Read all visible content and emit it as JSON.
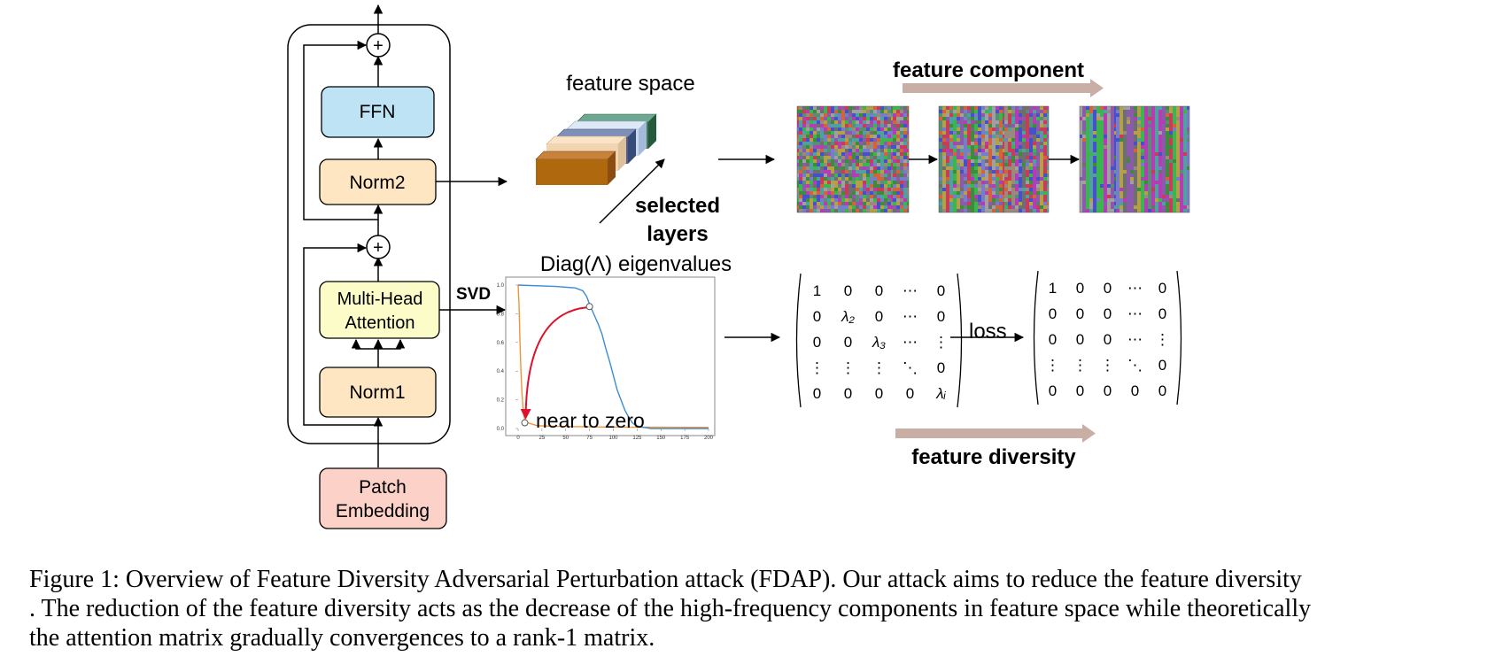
{
  "block": {
    "ffn": "FFN",
    "norm2": "Norm2",
    "attention_line1": "Multi-Head",
    "attention_line2": "Attention",
    "norm1": "Norm1",
    "patch_line1": "Patch",
    "patch_line2": "Embedding",
    "add_symbol": "+"
  },
  "labels": {
    "feature_space": "feature space",
    "selected_line1": "selected",
    "selected_line2": "layers",
    "svd": "SVD",
    "diag_eigenvalues": "Diag(Λ) eigenvalues",
    "near_to_zero": "near to zero",
    "feature_component": "feature component",
    "feature_diversity": "feature diversity",
    "loss": "loss"
  },
  "matrix_left": [
    [
      "1",
      "0",
      "0",
      "⋯",
      "0"
    ],
    [
      "0",
      "λ₂",
      "0",
      "⋯",
      "0"
    ],
    [
      "0",
      "0",
      "λ₃",
      "⋯",
      "⋮"
    ],
    [
      "⋮",
      "⋮",
      "⋮",
      "⋱",
      "0"
    ],
    [
      "0",
      "0",
      "0",
      "0",
      "λᵢ"
    ]
  ],
  "matrix_right": [
    [
      "1",
      "0",
      "0",
      "⋯",
      "0"
    ],
    [
      "0",
      "0",
      "0",
      "⋯",
      "0"
    ],
    [
      "0",
      "0",
      "0",
      "⋯",
      "⋮"
    ],
    [
      "⋮",
      "⋮",
      "⋮",
      "⋱",
      "0"
    ],
    [
      "0",
      "0",
      "0",
      "0",
      "0"
    ]
  ],
  "colors": {
    "ffn": "#bde3f5",
    "norm": "#fde6c1",
    "attention": "#fcfcc8",
    "patch": "#fbd1c8",
    "progress_arrow": "#c9aea6",
    "blue_curve": "#3d8bd0",
    "orange_curve": "#f29437",
    "red_arrow": "#e0102a"
  },
  "chart_data": {
    "type": "line",
    "xlim": [
      0,
      200
    ],
    "ylim": [
      0,
      1.0
    ],
    "xticks": [
      "0",
      "25",
      "50",
      "75",
      "100",
      "125",
      "150",
      "175",
      "200"
    ],
    "yticks": [
      "0.0",
      "0.2",
      "0.4",
      "0.6",
      "0.8",
      "1.0"
    ],
    "series": [
      {
        "key": "blue",
        "color": "#3d8bd0",
        "points": [
          [
            0,
            1.0
          ],
          [
            40,
            0.99
          ],
          [
            60,
            0.98
          ],
          [
            68,
            0.96
          ],
          [
            72,
            0.92
          ],
          [
            76,
            0.85
          ],
          [
            80,
            0.79
          ],
          [
            84,
            0.73
          ],
          [
            88,
            0.66
          ],
          [
            92,
            0.56
          ],
          [
            96,
            0.47
          ],
          [
            100,
            0.37
          ],
          [
            104,
            0.27
          ],
          [
            108,
            0.2
          ],
          [
            112,
            0.13
          ],
          [
            116,
            0.08
          ],
          [
            120,
            0.04
          ],
          [
            124,
            0.02
          ],
          [
            130,
            0.01
          ],
          [
            140,
            0.0
          ],
          [
            200,
            0.0
          ]
        ]
      },
      {
        "key": "orange",
        "color": "#f29437",
        "points": [
          [
            0,
            1.0
          ],
          [
            1,
            0.85
          ],
          [
            2,
            0.6
          ],
          [
            3,
            0.4
          ],
          [
            4,
            0.25
          ],
          [
            5,
            0.15
          ],
          [
            6,
            0.09
          ],
          [
            7,
            0.06
          ],
          [
            10,
            0.04
          ],
          [
            20,
            0.02
          ],
          [
            40,
            0.015
          ],
          [
            100,
            0.01
          ],
          [
            200,
            0.008
          ]
        ]
      }
    ],
    "markers": [
      [
        7,
        0.04
      ],
      [
        75,
        0.85
      ]
    ]
  },
  "caption": {
    "line1": "Figure 1: Overview of Feature Diversity Adversarial Perturbation attack (FDAP). Our attack aims to reduce the feature diversity",
    "line2": ". The reduction of the feature diversity acts as the decrease of the high-frequency components in feature space while theoretically",
    "line3": "the attention matrix gradually convergences to a rank-1 matrix."
  }
}
